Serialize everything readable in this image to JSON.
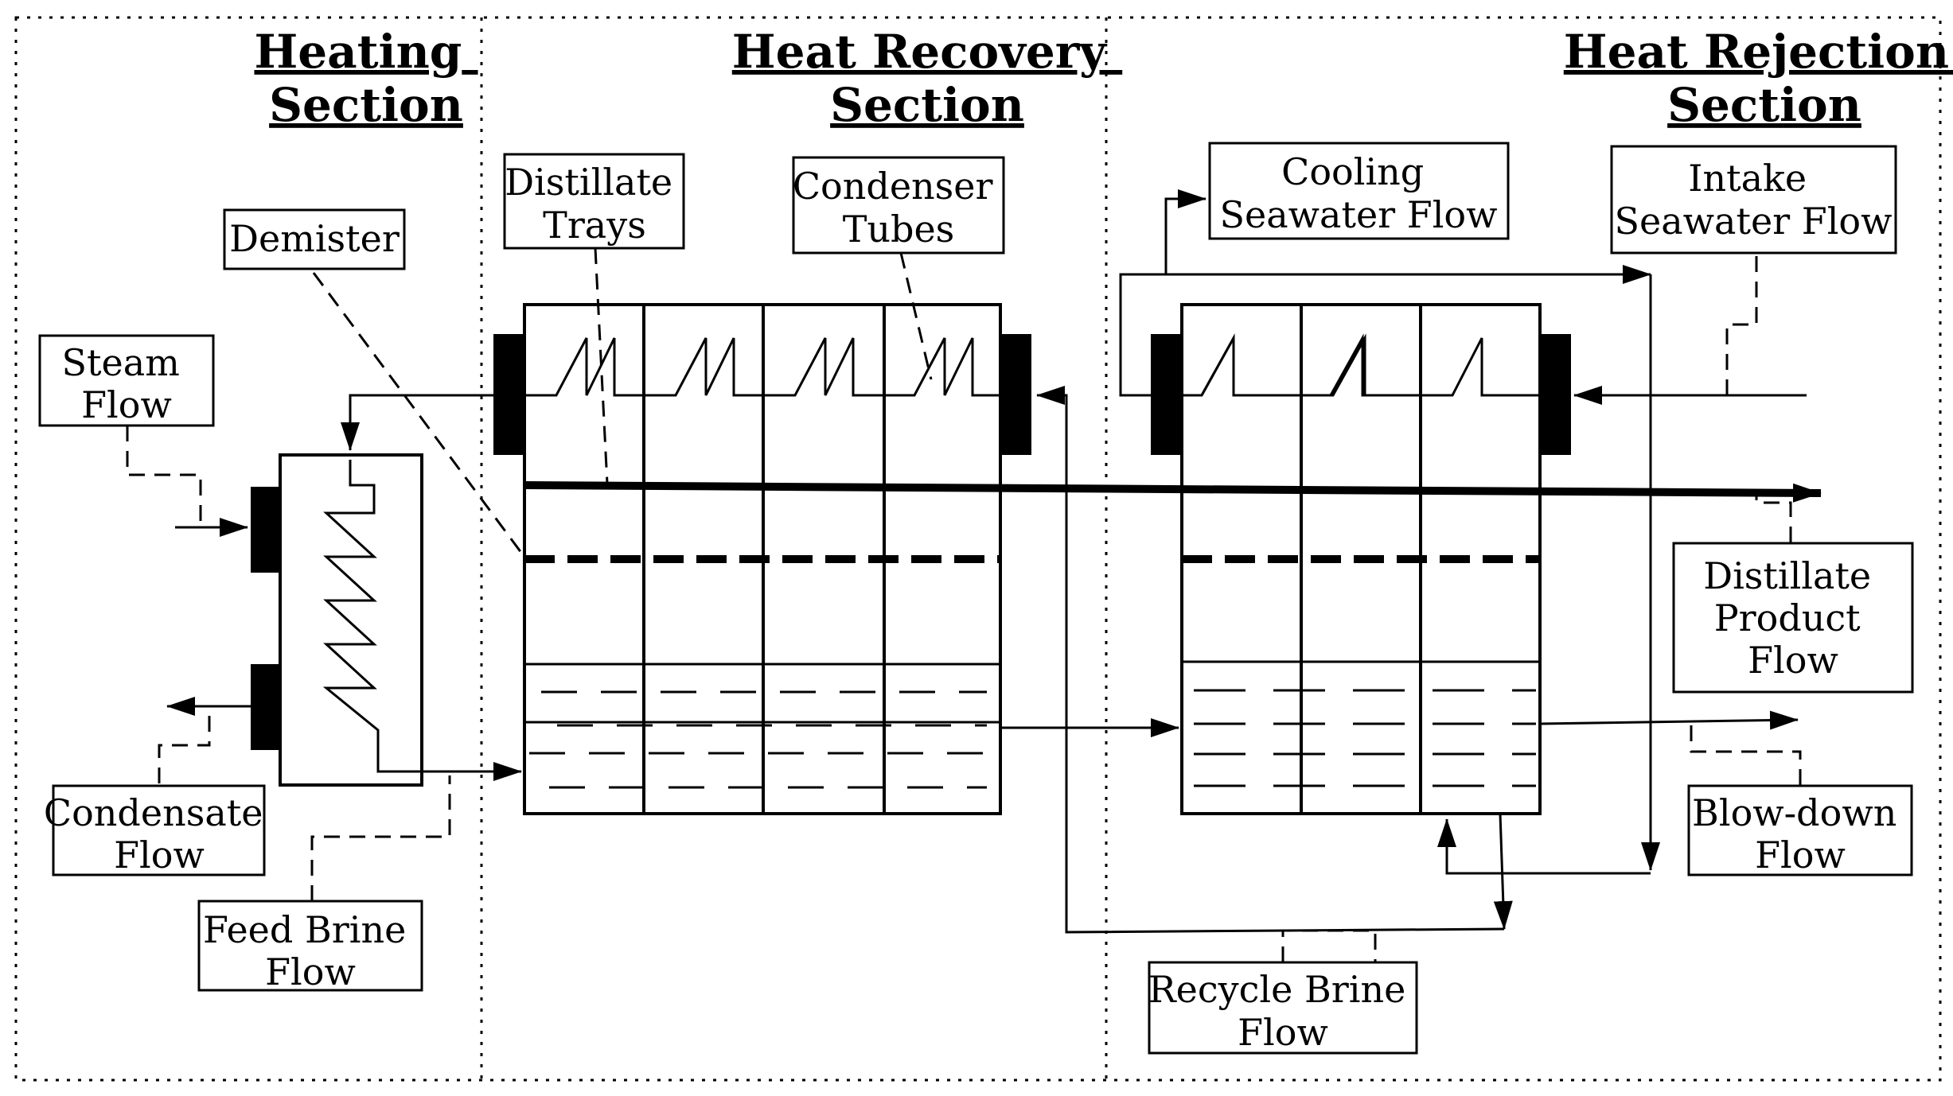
{
  "sections": {
    "heating": [
      "Heating",
      "Section"
    ],
    "recovery": [
      "Heat Recovery",
      "Section"
    ],
    "rejection": [
      "Heat Rejection",
      "Section"
    ]
  },
  "labels": {
    "steam": [
      "Steam",
      "Flow"
    ],
    "demister": [
      "Demister"
    ],
    "distillate_trays": [
      "Distillate",
      "Trays"
    ],
    "condenser_tubes": [
      "Condenser",
      "Tubes"
    ],
    "cooling_seawater": [
      "Cooling",
      "Seawater Flow"
    ],
    "intake_seawater": [
      "Intake",
      "Seawater Flow"
    ],
    "distillate_product": [
      "Distillate",
      "Product",
      "Flow"
    ],
    "condensate": [
      "Condensate",
      "Flow"
    ],
    "feed_brine": [
      "Feed Brine",
      "Flow"
    ],
    "blow_down": [
      "Blow-down",
      "Flow"
    ],
    "recycle_brine": [
      "Recycle Brine",
      "Flow"
    ]
  },
  "colors": {
    "ink": "#000000",
    "paper": "#ffffff"
  }
}
